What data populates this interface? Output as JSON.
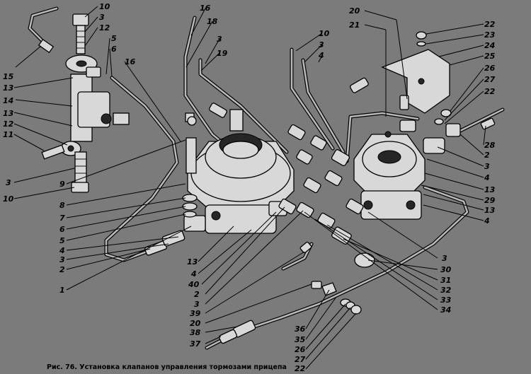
{
  "caption": "Рис. 76. Установка клапанов управления тормозами прицепа",
  "callouts": {
    "left": [
      "15",
      "13",
      "14",
      "13",
      "12",
      "11",
      "3",
      "10"
    ],
    "top_left": [
      "10",
      "3",
      "12",
      "5",
      "6",
      "16"
    ],
    "center_left": [
      "9",
      "8",
      "7",
      "6",
      "5",
      "4",
      "3",
      "2",
      "1"
    ],
    "center_top": [
      "16",
      "18",
      "3",
      "19"
    ],
    "center_bottom": [
      "13",
      "4",
      "40",
      "2",
      "3",
      "39",
      "20",
      "38",
      "37"
    ],
    "center_top_right": [
      "10",
      "3",
      "4"
    ],
    "top_right": [
      "20",
      "21"
    ],
    "right_top": [
      "22",
      "23",
      "24",
      "25",
      "26",
      "27",
      "22",
      "28",
      "2",
      "3",
      "4",
      "13",
      "29",
      "13",
      "4"
    ],
    "bottom_right_col1": [
      "36",
      "35",
      "26",
      "27",
      "22"
    ],
    "bottom_right_col2": [
      "3",
      "30",
      "31",
      "32",
      "33",
      "34"
    ]
  }
}
